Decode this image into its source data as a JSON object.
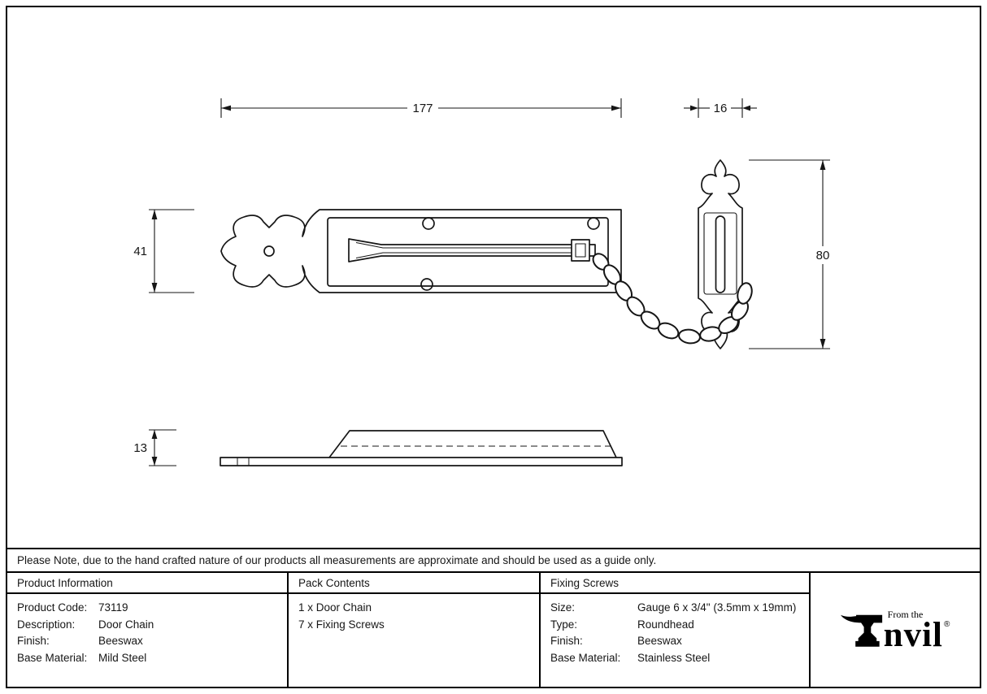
{
  "drawing": {
    "dimensions": {
      "plate_width": "177",
      "keep_width": "16",
      "plate_height": "41",
      "keep_height": "80",
      "plate_thickness": "13"
    }
  },
  "note": "Please Note, due to the hand crafted nature of our products all measurements are approximate and should be used as a guide only.",
  "table": {
    "product_information": {
      "header": "Product Information",
      "rows": [
        {
          "label": "Product Code:",
          "value": "73119"
        },
        {
          "label": "Description:",
          "value": "Door Chain"
        },
        {
          "label": "Finish:",
          "value": "Beeswax"
        },
        {
          "label": "Base Material:",
          "value": "Mild Steel"
        }
      ]
    },
    "pack_contents": {
      "header": "Pack Contents",
      "items": [
        "1 x Door Chain",
        "7 x Fixing Screws"
      ]
    },
    "fixing_screws": {
      "header": "Fixing Screws",
      "rows": [
        {
          "label": "Size:",
          "value": "Gauge 6 x 3/4\" (3.5mm x 19mm)"
        },
        {
          "label": "Type:",
          "value": "Roundhead"
        },
        {
          "label": "Finish:",
          "value": "Beeswax"
        },
        {
          "label": "Base Material:",
          "value": "Stainless Steel"
        }
      ]
    }
  },
  "logo": {
    "tagline": "From the",
    "wordmark": "nvil",
    "registered": "®"
  },
  "colors": {
    "line": "#161616",
    "background": "#ffffff"
  }
}
